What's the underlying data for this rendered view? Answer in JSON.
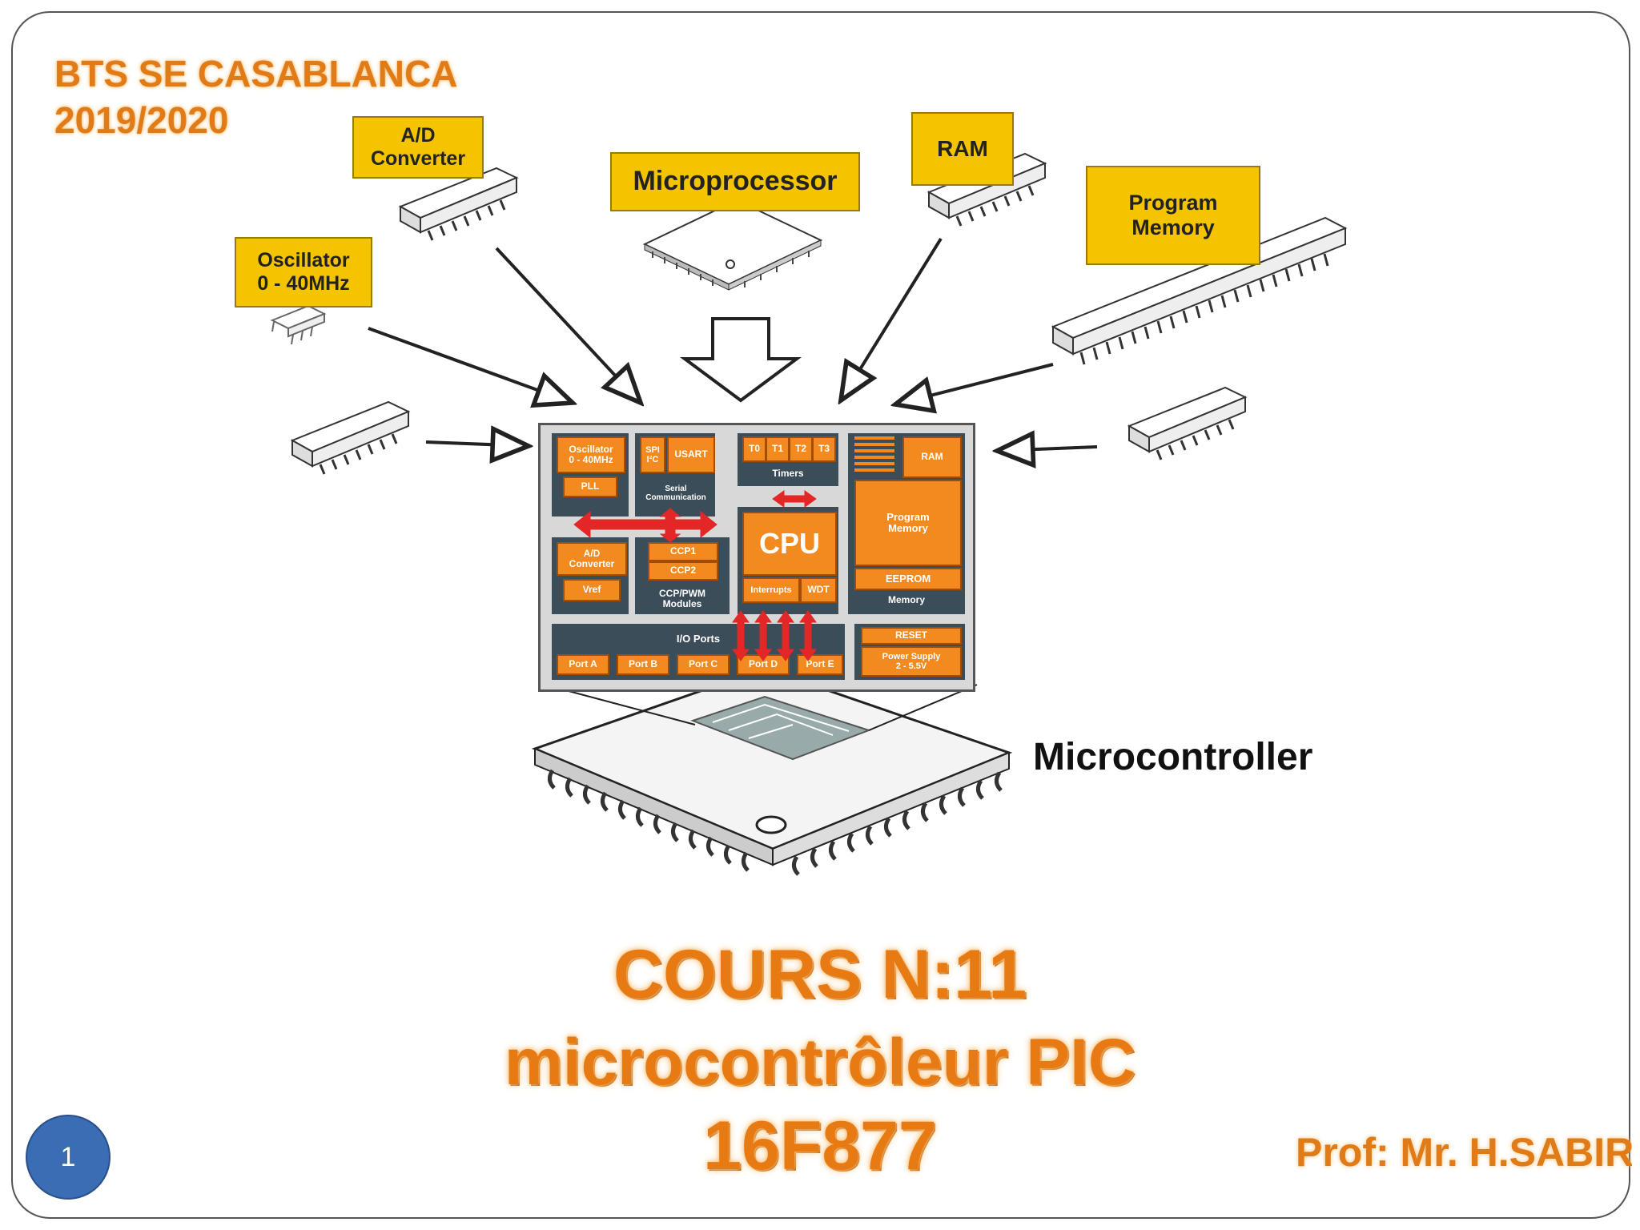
{
  "header": {
    "line1": "BTS SE CASABLANCA",
    "line2": "2019/2020"
  },
  "components": {
    "ad_converter": "A/D\nConverter",
    "microprocessor": "Microprocessor",
    "ram": "RAM",
    "program_memory": "Program\nMemory",
    "oscillator": "Oscillator\n0 - 40MHz"
  },
  "chip_blocks": {
    "oscillator": "Oscillator\n0 - 40MHz",
    "pll": "PLL",
    "spi": "SPI\nI²C",
    "usart": "USART",
    "serial": "Serial\nCommunication",
    "t0": "T0",
    "t1": "T1",
    "t2": "T2",
    "t3": "T3",
    "timers": "Timers",
    "ram": "RAM",
    "program_memory": "Program\nMemory",
    "eeprom": "EEPROM",
    "memory": "Memory",
    "cpu": "CPU",
    "interrupts": "Interrupts",
    "wdt": "WDT",
    "ad_converter": "A/D\nConverter",
    "vref": "Vref",
    "ccp1": "CCP1",
    "ccp2": "CCP2",
    "ccp_modules": "CCP/PWM\nModules",
    "io_ports": "I/O Ports",
    "ports": [
      "Port A",
      "Port B",
      "Port C",
      "Port D",
      "Port E"
    ],
    "reset": "RESET",
    "power_supply": "Power Supply\n2 - 5.5V"
  },
  "microcontroller_label": "Microcontroller",
  "title": {
    "line1": "COURS N:11",
    "line2": "microcontrôleur PIC",
    "line3": "16F877"
  },
  "author": "Prof:  Mr. H.SABIR",
  "page_number": "1",
  "colors": {
    "accent": "#e87a14",
    "label_yellow": "#f5c400",
    "block_orange": "#f28a1f",
    "chip_gray": "#3c4d5a",
    "badge_blue": "#3b6db5"
  }
}
